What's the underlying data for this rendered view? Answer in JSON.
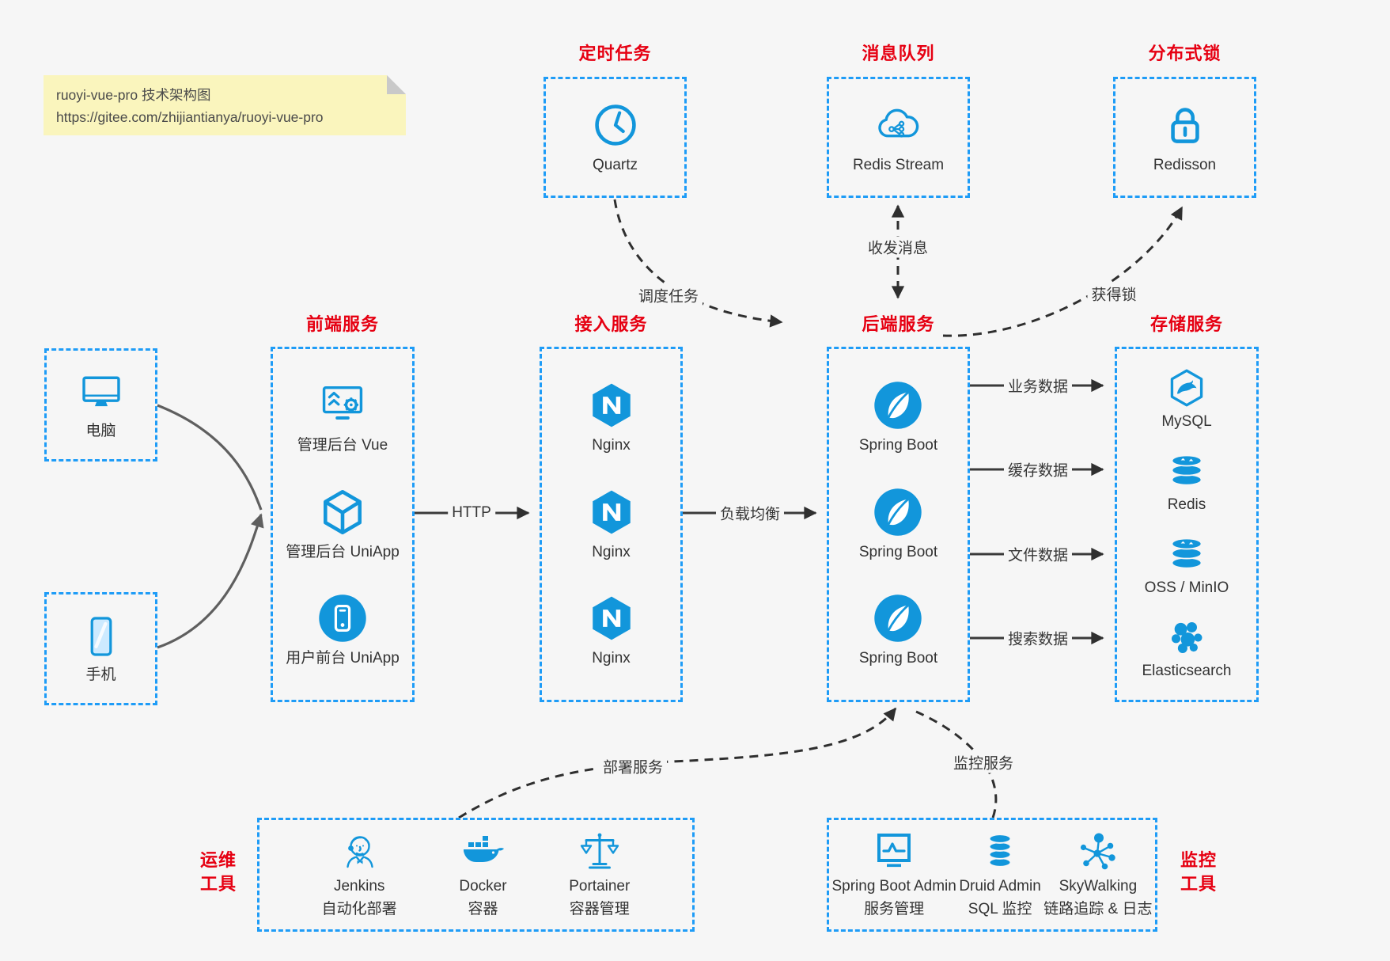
{
  "note": {
    "line1": "ruoyi-vue-pro 技术架构图",
    "line2": "https://gitee.com/zhijiantianya/ruoyi-vue-pro"
  },
  "colors": {
    "border_blue": "#1e9cf7",
    "icon_blue": "#1296db",
    "title_red": "#e60012",
    "text": "#333333",
    "note_bg": "#faf5bd",
    "background": "#f6f6f6"
  },
  "top_groups": [
    {
      "title": "定时任务",
      "item": {
        "icon": "clock-icon",
        "label": "Quartz"
      }
    },
    {
      "title": "消息队列",
      "item": {
        "icon": "cloud-stream-icon",
        "label": "Redis Stream"
      }
    },
    {
      "title": "分布式锁",
      "item": {
        "icon": "lock-icon",
        "label": "Redisson"
      }
    }
  ],
  "clients": [
    {
      "icon": "desktop-icon",
      "label": "电脑"
    },
    {
      "icon": "phone-icon",
      "label": "手机"
    }
  ],
  "columns": [
    {
      "title": "前端服务",
      "items": [
        {
          "icon": "admin-vue-icon",
          "label": "管理后台 Vue"
        },
        {
          "icon": "uniapp-cube-icon",
          "label": "管理后台 UniApp"
        },
        {
          "icon": "mobile-app-icon",
          "label": "用户前台 UniApp"
        }
      ]
    },
    {
      "title": "接入服务",
      "items": [
        {
          "icon": "nginx-icon",
          "label": "Nginx"
        },
        {
          "icon": "nginx-icon",
          "label": "Nginx"
        },
        {
          "icon": "nginx-icon",
          "label": "Nginx"
        }
      ]
    },
    {
      "title": "后端服务",
      "items": [
        {
          "icon": "spring-boot-icon",
          "label": "Spring Boot"
        },
        {
          "icon": "spring-boot-icon",
          "label": "Spring Boot"
        },
        {
          "icon": "spring-boot-icon",
          "label": "Spring Boot"
        }
      ]
    },
    {
      "title": "存储服务",
      "items": [
        {
          "icon": "mysql-icon",
          "label": "MySQL"
        },
        {
          "icon": "redis-icon",
          "label": "Redis"
        },
        {
          "icon": "oss-icon",
          "label": "OSS / MinIO"
        },
        {
          "icon": "elasticsearch-icon",
          "label": "Elasticsearch"
        }
      ]
    }
  ],
  "bottom_groups": [
    {
      "title_line1": "运维",
      "title_line2": "工具",
      "items": [
        {
          "icon": "jenkins-icon",
          "label": "Jenkins",
          "sublabel": "自动化部署"
        },
        {
          "icon": "docker-icon",
          "label": "Docker",
          "sublabel": "容器"
        },
        {
          "icon": "portainer-icon",
          "label": "Portainer",
          "sublabel": "容器管理"
        }
      ]
    },
    {
      "title_line1": "监控",
      "title_line2": "工具",
      "items": [
        {
          "icon": "springboot-admin-icon",
          "label": "Spring Boot Admin",
          "sublabel": "服务管理"
        },
        {
          "icon": "druid-icon",
          "label": "Druid Admin",
          "sublabel": "SQL 监控"
        },
        {
          "icon": "skywalking-icon",
          "label": "SkyWalking",
          "sublabel": "链路追踪 & 日志"
        }
      ]
    }
  ],
  "edge_labels": {
    "http": "HTTP",
    "load_balance": "负载均衡",
    "business_data": "业务数据",
    "cache_data": "缓存数据",
    "file_data": "文件数据",
    "search_data": "搜索数据",
    "schedule_task": "调度任务",
    "send_receive_message": "收发消息",
    "acquire_lock": "获得锁",
    "deploy_service": "部署服务",
    "monitor_service": "监控服务"
  }
}
